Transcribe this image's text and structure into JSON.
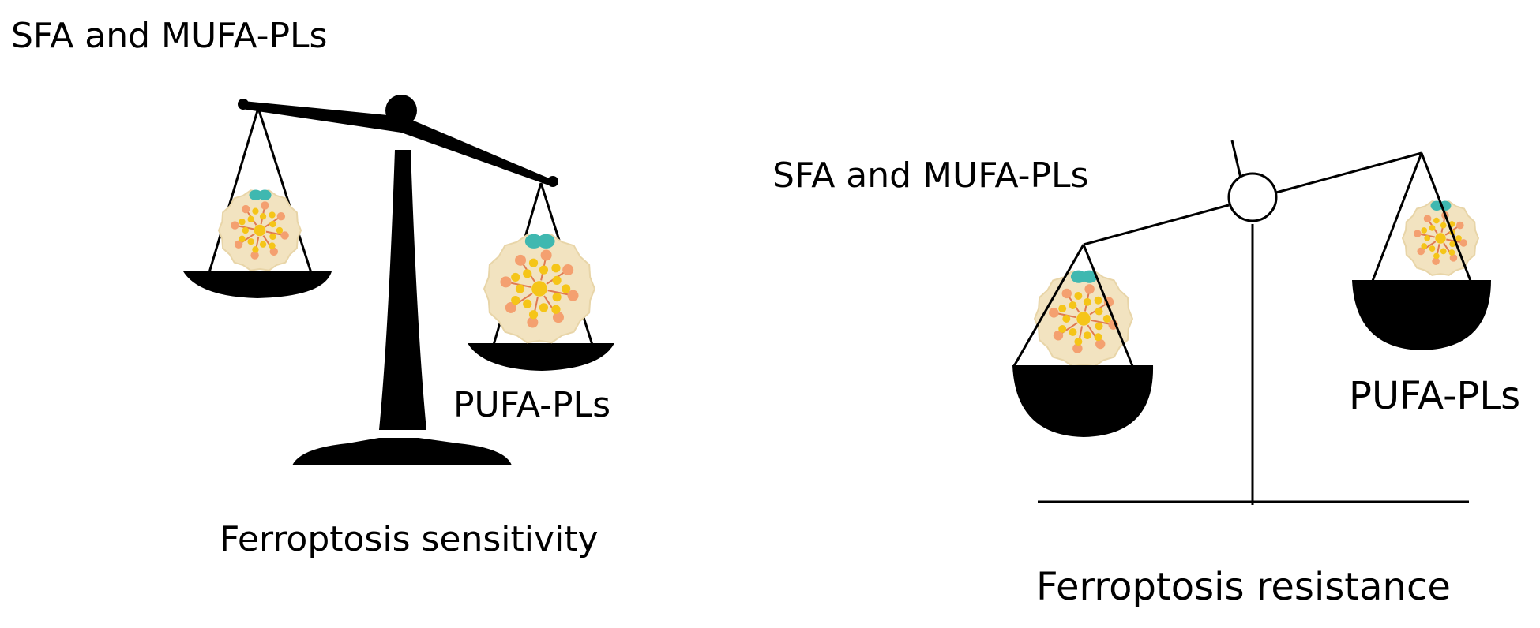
{
  "left_panel": {
    "top_label": "SFA and MUFA-PLs",
    "right_label": "PUFA-PLs",
    "caption": "Ferroptosis sensitivity"
  },
  "right_panel": {
    "top_label": "SFA and MUFA-PLs",
    "right_label": "PUFA-PLs",
    "caption": "Ferroptosis  resistance"
  },
  "colors": {
    "ink": "#000000",
    "membrane": "#f2e3c0",
    "membrane_edge": "#e8d5a8",
    "lipid_tail": "#f5c518",
    "lipid_head": "#f4a070",
    "protein": "#3fb8b0"
  },
  "icons": [
    "balance-scale",
    "lipid-nanoparticle"
  ]
}
